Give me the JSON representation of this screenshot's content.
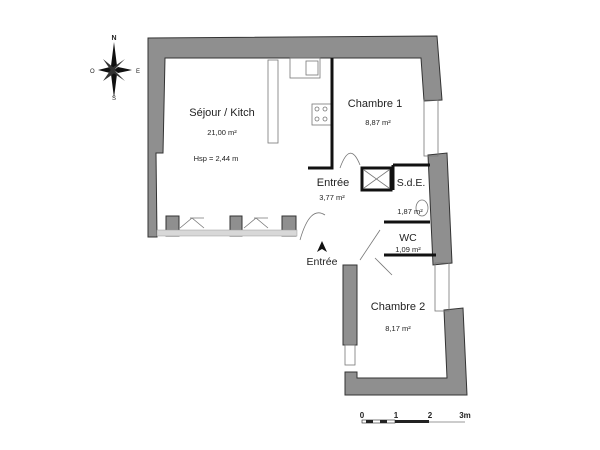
{
  "plan": {
    "rooms": [
      {
        "name": "Séjour / Kitch",
        "area": "21,00 m²",
        "height": "Hsp = 2,44 m"
      },
      {
        "name": "Chambre 1",
        "area": "8,87 m²"
      },
      {
        "name": "Entrée",
        "area": "3,77 m²"
      },
      {
        "name": "S.d.E.",
        "area": "1,87 m²"
      },
      {
        "name": "WC",
        "area": "1,09 m²"
      },
      {
        "name": "Chambre 2",
        "area": "8,17 m²"
      }
    ],
    "entrance_label": "Entrée",
    "compass": {
      "n": "N",
      "s": "S",
      "e": "E",
      "w": "O"
    },
    "scale": {
      "ticks": [
        "0",
        "1",
        "2",
        "3m"
      ]
    },
    "colors": {
      "wall": "#8f8f8f",
      "line": "#111111"
    }
  }
}
